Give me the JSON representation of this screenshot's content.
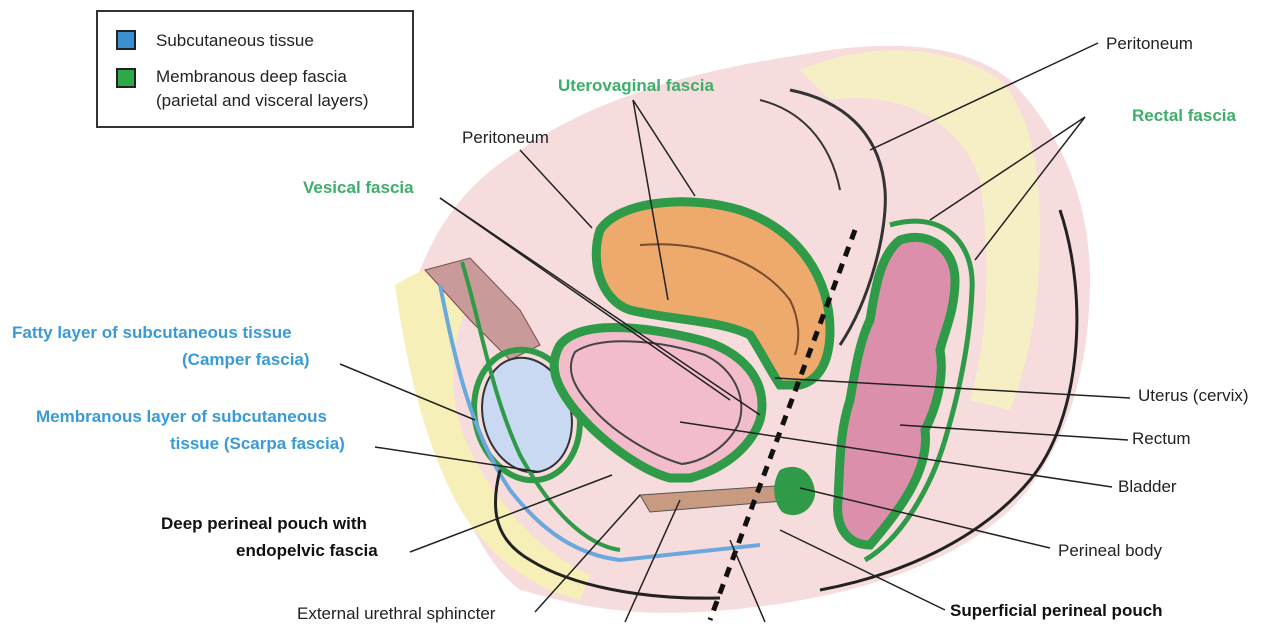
{
  "legend": {
    "items": [
      {
        "label": "Subcutaneous tissue",
        "color": "#3e8fd0"
      },
      {
        "label": "Membranous deep fascia",
        "sublabel": "(parietal and visceral layers)",
        "color": "#2fa84a"
      }
    ]
  },
  "labels": {
    "peritoneum_top": "Peritoneum",
    "uterovaginal_fascia": "Uterovaginal fascia",
    "rectal_fascia": "Rectal fascia",
    "peritoneum_mid": "Peritoneum",
    "vesical_fascia": "Vesical fascia",
    "fatty_layer_line1": "Fatty layer of subcutaneous tissue",
    "fatty_layer_line2": "(Camper fascia)",
    "membranous_layer_line1": "Membranous layer of subcutaneous",
    "membranous_layer_line2": "tissue (Scarpa fascia)",
    "deep_pouch_line1": "Deep perineal pouch with",
    "deep_pouch_line2": "endopelvic fascia",
    "external_sphincter": "External urethral sphincter",
    "uterus": "Uterus (cervix)",
    "rectum": "Rectum",
    "bladder": "Bladder",
    "perineal_body": "Perineal body",
    "superficial_pouch": "Superficial perineal pouch"
  },
  "colors": {
    "fascia": "#2f9a47",
    "subcutaneous": "#6aa8dd",
    "uterus": "#eea96a",
    "bladder": "#f1b8c9",
    "rectum": "#d88aa6",
    "tissue_bg": "#f6d9d9",
    "fat": "#f7efb8",
    "bone": "#c8d8f2",
    "green_label": "#3fae6a",
    "blue_label": "#3a9ad6"
  }
}
